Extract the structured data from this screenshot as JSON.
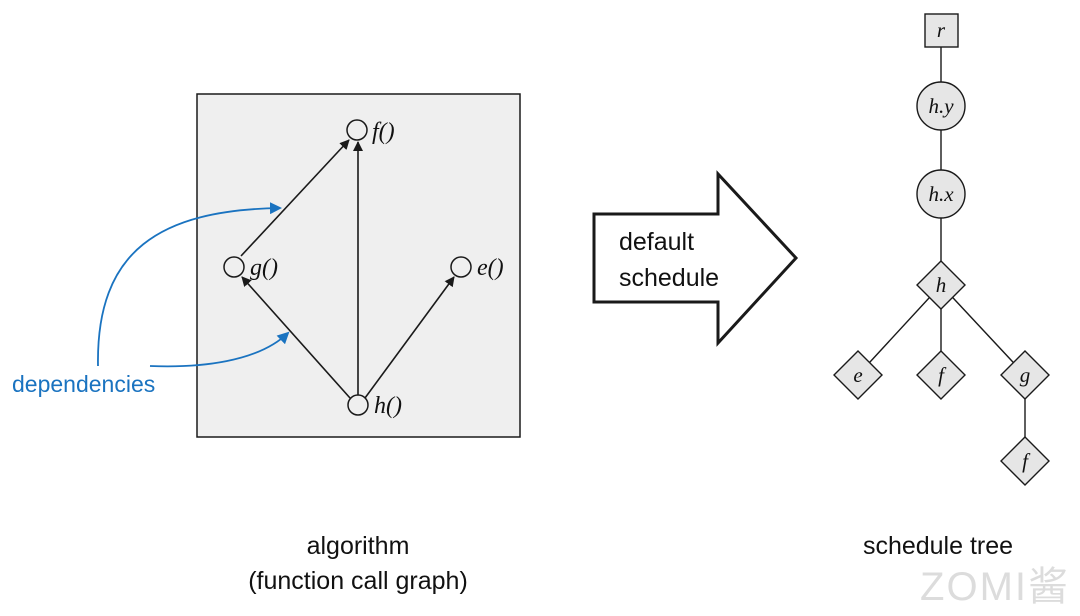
{
  "algorithm": {
    "nodes": {
      "f": "f()",
      "g": "g()",
      "e": "e()",
      "h": "h()"
    },
    "annotation": "dependencies",
    "caption_line1": "algorithm",
    "caption_line2": "(function call graph)"
  },
  "transform": {
    "line1": "default",
    "line2": "schedule"
  },
  "schedule_tree": {
    "root": "r",
    "band_y": "h.y",
    "band_x": "h.x",
    "seq_h": "h",
    "leaf_e": "e",
    "leaf_f1": "f",
    "seq_g": "g",
    "leaf_f2": "f",
    "caption": "schedule tree"
  },
  "watermark": "ZOMI酱",
  "colors": {
    "annotation": "#1a73c0",
    "box_fill": "#efefef",
    "node_fill": "#e6e6e6",
    "stroke": "#1a1a1a",
    "watermark": "#d9d9d9"
  }
}
